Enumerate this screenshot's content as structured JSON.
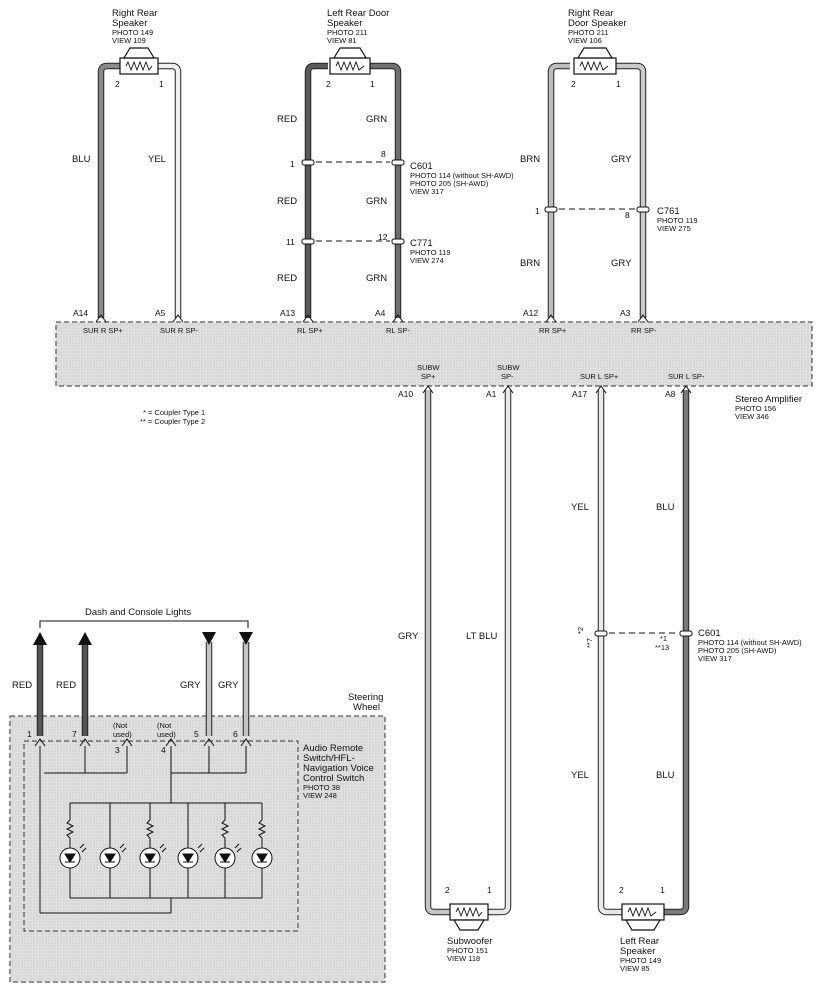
{
  "speakers": {
    "right_rear": {
      "name": [
        "Right Rear",
        "Speaker"
      ],
      "photo": "PHOTO 149",
      "view": "VIEW 109",
      "pins": [
        "2",
        "1"
      ]
    },
    "left_rear_door": {
      "name": [
        "Left Rear Door",
        "Speaker"
      ],
      "photo": "PHOTO 211",
      "view": "VIEW 81",
      "pins": [
        "2",
        "1"
      ]
    },
    "right_rear_door": {
      "name": [
        "Right Rear",
        "Door Speaker"
      ],
      "photo": "PHOTO 211",
      "view": "VIEW 106",
      "pins": [
        "2",
        "1"
      ]
    },
    "subwoofer": {
      "name": [
        "Subwoofer"
      ],
      "photo": "PHOTO 151",
      "view": "VIEW 118",
      "pins": [
        "2",
        "1"
      ]
    },
    "left_rear": {
      "name": [
        "Left Rear",
        "Speaker"
      ],
      "photo": "PHOTO 149",
      "view": "VIEW 85",
      "pins": [
        "2",
        "1"
      ]
    }
  },
  "wire_colors": {
    "blu": "BLU",
    "yel": "YEL",
    "red": "RED",
    "grn": "GRN",
    "brn": "BRN",
    "gry": "GRY",
    "lt_blu": "LT BLU"
  },
  "connectors": {
    "c601_top": {
      "name": "C601",
      "lines": [
        "PHOTO 114 (without SH-AWD)",
        "PHOTO 205 (SH-AWD)",
        "VIEW 317"
      ],
      "pin_left": "1",
      "pin_right": "8"
    },
    "c771": {
      "name": "C771",
      "lines": [
        "PHOTO 119",
        "VIEW 274"
      ],
      "pin_left": "11",
      "pin_right": "12"
    },
    "c761": {
      "name": "C761",
      "lines": [
        "PHOTO 119",
        "VIEW 275"
      ],
      "pin_left": "1",
      "pin_right": "8"
    },
    "c601_bottom": {
      "name": "C601",
      "lines": [
        "PHOTO 114 (without SH-AWD)",
        "PHOTO 205 (SH-AWD)",
        "VIEW 317"
      ],
      "pin_left": "*2",
      "pin_left2": "**7",
      "pin_right": "*1",
      "pin_right2": "**13"
    }
  },
  "amplifier": {
    "name": "Stereo Amplifier",
    "photo": "PHOTO 156",
    "view": "VIEW 346",
    "top_pins": [
      {
        "pin": "A14",
        "label": "SUR R SP+"
      },
      {
        "pin": "A5",
        "label": "SUR R SP-"
      },
      {
        "pin": "A13",
        "label": "RL SP+"
      },
      {
        "pin": "A4",
        "label": "RL SP-"
      },
      {
        "pin": "A12",
        "label": "RR SP+"
      },
      {
        "pin": "A3",
        "label": "RR SP-"
      }
    ],
    "bottom_pins": [
      {
        "pin": "A10",
        "label1": "SUBW",
        "label2": "SP+"
      },
      {
        "pin": "A1",
        "label1": "SUBW",
        "label2": "SP-"
      },
      {
        "pin": "A17",
        "label1": "",
        "label2": "SUR L SP+"
      },
      {
        "pin": "A8",
        "label1": "",
        "label2": "SUR L SP-"
      }
    ]
  },
  "legend": {
    "type1": "* = Coupler Type 1",
    "type2": "** = Coupler Type 2"
  },
  "dash_lights": {
    "title": "Dash and Console Lights",
    "wires": [
      "RED",
      "RED",
      "GRY",
      "GRY"
    ]
  },
  "steering_wheel": {
    "label": [
      "Steering",
      "Wheel"
    ],
    "switch_name": [
      "Audio Remote",
      "Switch/HFL-",
      "Navigation Voice",
      "Control Switch"
    ],
    "photo": "PHOTO 38",
    "view": "VIEW 248",
    "pins": [
      "1",
      "7",
      "3",
      "4",
      "5",
      "6"
    ],
    "not_used": [
      "(Not",
      "used)"
    ]
  },
  "colors": {
    "red_wire": "#5a5a5a",
    "grn_wire": "#6e6e6e",
    "blu_wire": "#8a8a8a",
    "yel_wire": "#e4e4e4",
    "gry_wire": "#b9b9b9",
    "box_fill": "#e2e2e2"
  }
}
